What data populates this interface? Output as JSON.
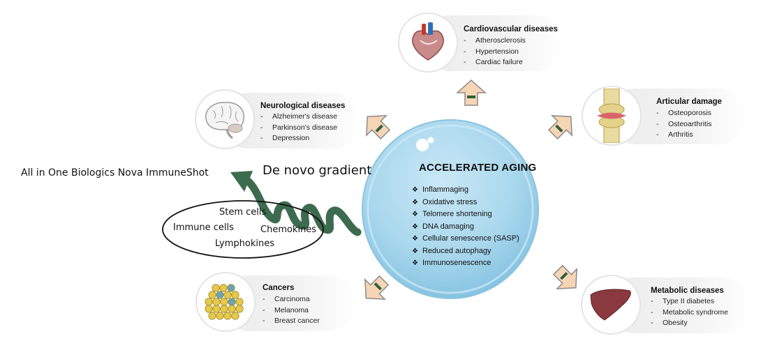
{
  "center": {
    "title": "ACCELERATED AGING",
    "items": [
      "Inflammaging",
      "Oxidative stress",
      "Telomere shortening",
      "DNA damaging",
      "Cellular senescence (SASP)",
      "Reduced autophagy",
      "Immunosenescence"
    ]
  },
  "cards": {
    "cardiovascular": {
      "title": "Cardiovascular diseases",
      "items": [
        "Atherosclerosis",
        "Hypertension",
        "Cardiac failure"
      ],
      "icon": "heart-icon"
    },
    "neurological": {
      "title": "Neurological diseases",
      "items": [
        "Alzheimer's disease",
        "Parkinson's disease",
        "Depression"
      ],
      "icon": "brain-icon"
    },
    "articular": {
      "title": "Articular damage",
      "items": [
        "Osteoporosis",
        "Osteoarthritis",
        "Arthritis"
      ],
      "icon": "joint-icon"
    },
    "cancers": {
      "title": "Cancers",
      "items": [
        "Carcinoma",
        "Melanoma",
        "Breast cancer"
      ],
      "icon": "cells-icon"
    },
    "metabolic": {
      "title": "Metabolic diseases",
      "items": [
        "Type II diabetes",
        "Metabolic syndrome",
        "Obesity"
      ],
      "icon": "liver-icon"
    }
  },
  "annotation": {
    "product": "All in One Biologics Nova ImmuneShot",
    "gradient": "De novo gradient",
    "factors": [
      "Stem cells",
      "Immune cells",
      "Chemokines",
      "Lymphokines"
    ]
  },
  "colors": {
    "sphere": "#a9d8ee",
    "arrow_fill": "#f6d4b6",
    "arrow_stroke": "#8a8a8a",
    "arrow_band": "#2e5f3a",
    "gradient_arrow": "#3d6b4f"
  }
}
